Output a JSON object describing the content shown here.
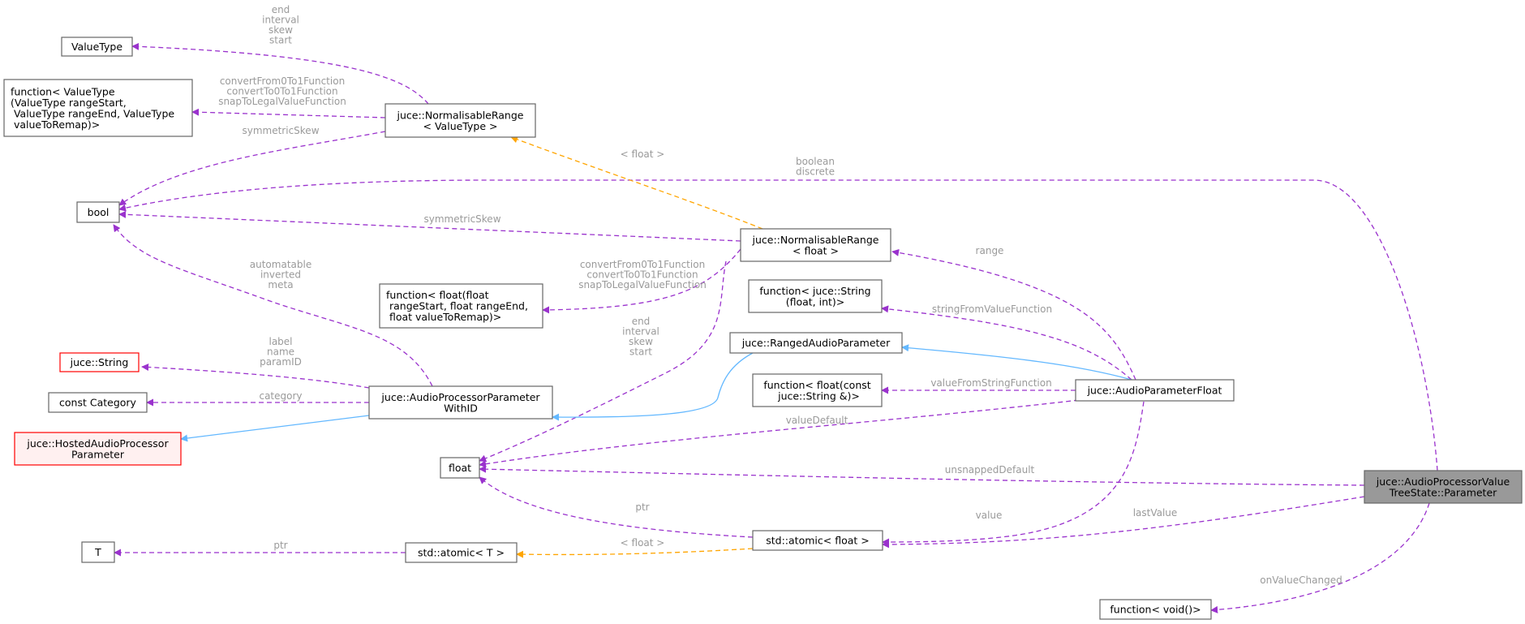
{
  "nodes": {
    "valuetype": {
      "lines": [
        "ValueType"
      ]
    },
    "func_valuetype": {
      "lines": [
        "function< ValueType",
        "(ValueType rangeStart,",
        " ValueType rangeEnd, ValueType",
        " valueToRemap)>"
      ]
    },
    "bool": {
      "lines": [
        "bool"
      ]
    },
    "jstring": {
      "lines": [
        "juce::String"
      ]
    },
    "constcat": {
      "lines": [
        "const Category"
      ]
    },
    "hosted": {
      "lines": [
        "juce::HostedAudioProcessor",
        "Parameter"
      ]
    },
    "t": {
      "lines": [
        "T"
      ]
    },
    "nr_vt": {
      "lines": [
        "juce::NormalisableRange",
        "< ValueType >"
      ]
    },
    "func_float": {
      "lines": [
        "function< float(float",
        " rangeStart, float rangeEnd,",
        " float valueToRemap)>"
      ]
    },
    "apwid": {
      "lines": [
        "juce::AudioProcessorParameter",
        "WithID"
      ]
    },
    "float": {
      "lines": [
        "float"
      ]
    },
    "atomic_t": {
      "lines": [
        "std::atomic< T >"
      ]
    },
    "nr_f": {
      "lines": [
        "juce::NormalisableRange",
        "< float >"
      ]
    },
    "func_jstr": {
      "lines": [
        "function< juce::String",
        "(float, int)>"
      ]
    },
    "rap": {
      "lines": [
        "juce::RangedAudioParameter"
      ]
    },
    "func_fcs": {
      "lines": [
        "function< float(const",
        " juce::String &)>"
      ]
    },
    "atomic_f": {
      "lines": [
        "std::atomic< float >"
      ]
    },
    "apf": {
      "lines": [
        "juce::AudioParameterFloat"
      ]
    },
    "param": {
      "lines": [
        "juce::AudioProcessorValue",
        "TreeState::Parameter"
      ]
    },
    "func_void": {
      "lines": [
        "function< void()>"
      ]
    }
  },
  "edges": {
    "nrvt_valuetype": {
      "label": [
        "end",
        "interval",
        "skew",
        "start"
      ]
    },
    "nrvt_func": {
      "label": [
        "convertFrom0To1Function",
        "convertTo0To1Function",
        "snapToLegalValueFunction"
      ]
    },
    "nrvt_bool": {
      "label": [
        "symmetricSkew"
      ]
    },
    "param_bool": {
      "label": [
        "boolean",
        "discrete"
      ]
    },
    "nrf_bool": {
      "label": [
        "symmetricSkew"
      ]
    },
    "nrf_nrvt": {
      "label": [
        "< float >"
      ]
    },
    "apwid_bool": {
      "label": [
        "automatable",
        "inverted",
        "meta"
      ]
    },
    "nrf_funcf": {
      "label": [
        "convertFrom0To1Function",
        "convertTo0To1Function",
        "snapToLegalValueFunction"
      ]
    },
    "nrf_float": {
      "label": [
        "end",
        "interval",
        "skew",
        "start"
      ]
    },
    "apf_nrf": {
      "label": [
        "range"
      ]
    },
    "apf_funcjstr": {
      "label": [
        "stringFromValueFunction"
      ]
    },
    "apwid_jstring": {
      "label": [
        "label",
        "name",
        "paramID"
      ]
    },
    "apwid_constcat": {
      "label": [
        "category"
      ]
    },
    "apf_funcfcs": {
      "label": [
        "valueFromStringFunction"
      ]
    },
    "apf_float": {
      "label": [
        "valueDefault"
      ]
    },
    "param_float": {
      "label": [
        "unsnappedDefault"
      ]
    },
    "atomf_float": {
      "label": [
        "ptr"
      ]
    },
    "apf_atomf": {
      "label": [
        "value"
      ]
    },
    "param_atomf": {
      "label": [
        "lastValue"
      ]
    },
    "atomt_t": {
      "label": [
        "ptr"
      ]
    },
    "atomf_atomt": {
      "label": [
        "< float >"
      ]
    },
    "param_funcvoid": {
      "label": [
        "onValueChanged"
      ]
    }
  },
  "colors": {
    "usage_edge": "#9a32cd",
    "template_edge": "#ffa500",
    "inheritance_edge": "#63b8ff",
    "incomplete_node_border": "#ff0000",
    "focus_node_fill": "#999999"
  }
}
